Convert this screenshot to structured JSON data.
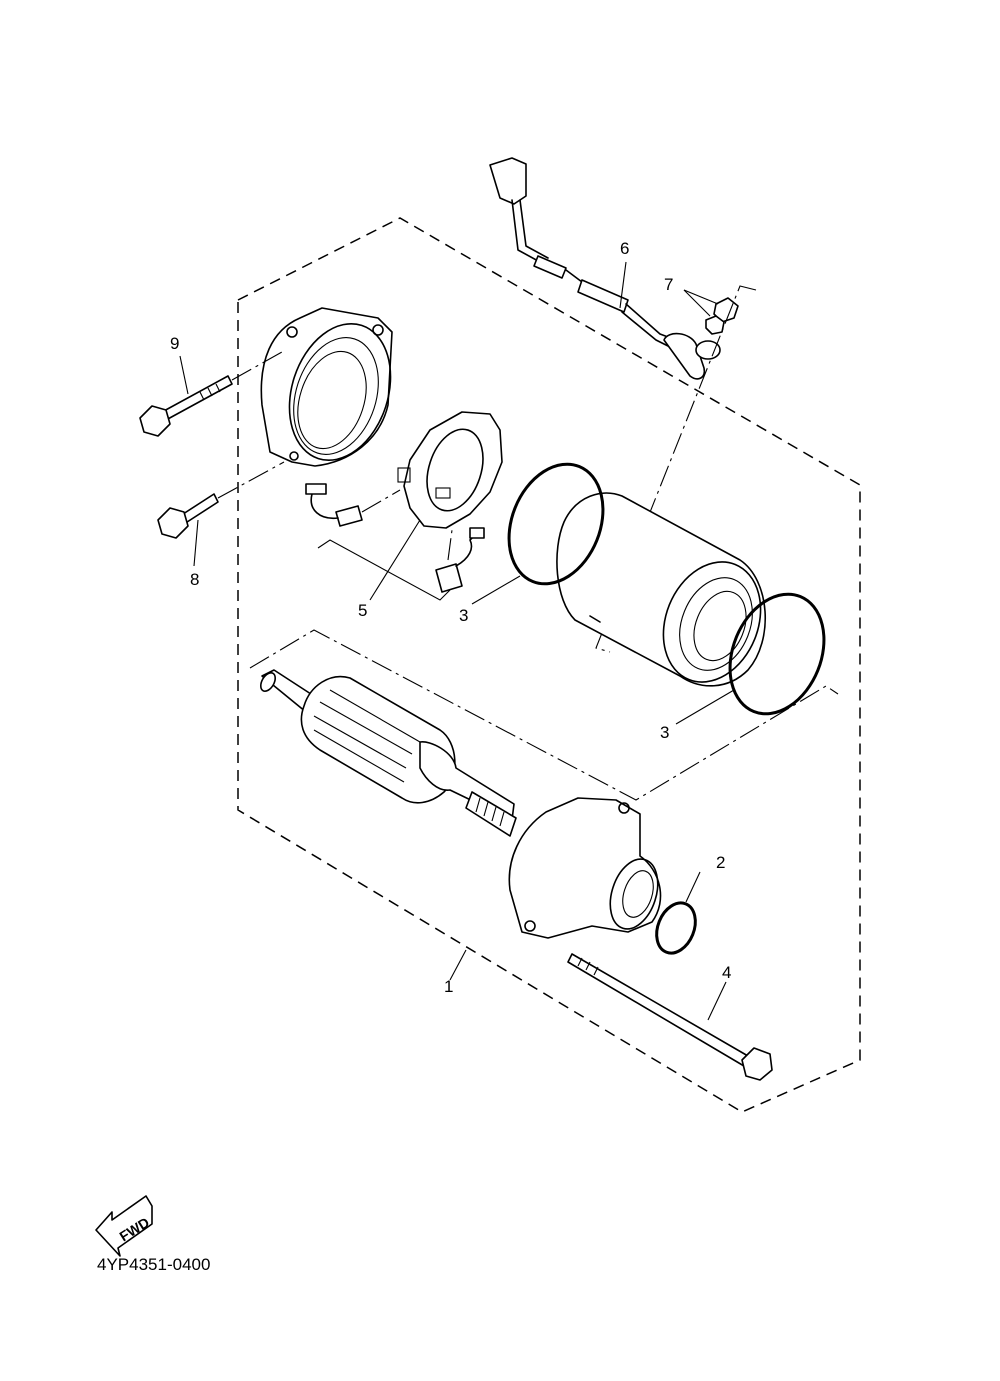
{
  "diagram": {
    "callouts": [
      "9",
      "8",
      "5",
      "6",
      "7",
      "3",
      "3",
      "2",
      "1",
      "4"
    ],
    "fwd_label": "FWD",
    "drawing_code": "4YP4351-0400"
  }
}
